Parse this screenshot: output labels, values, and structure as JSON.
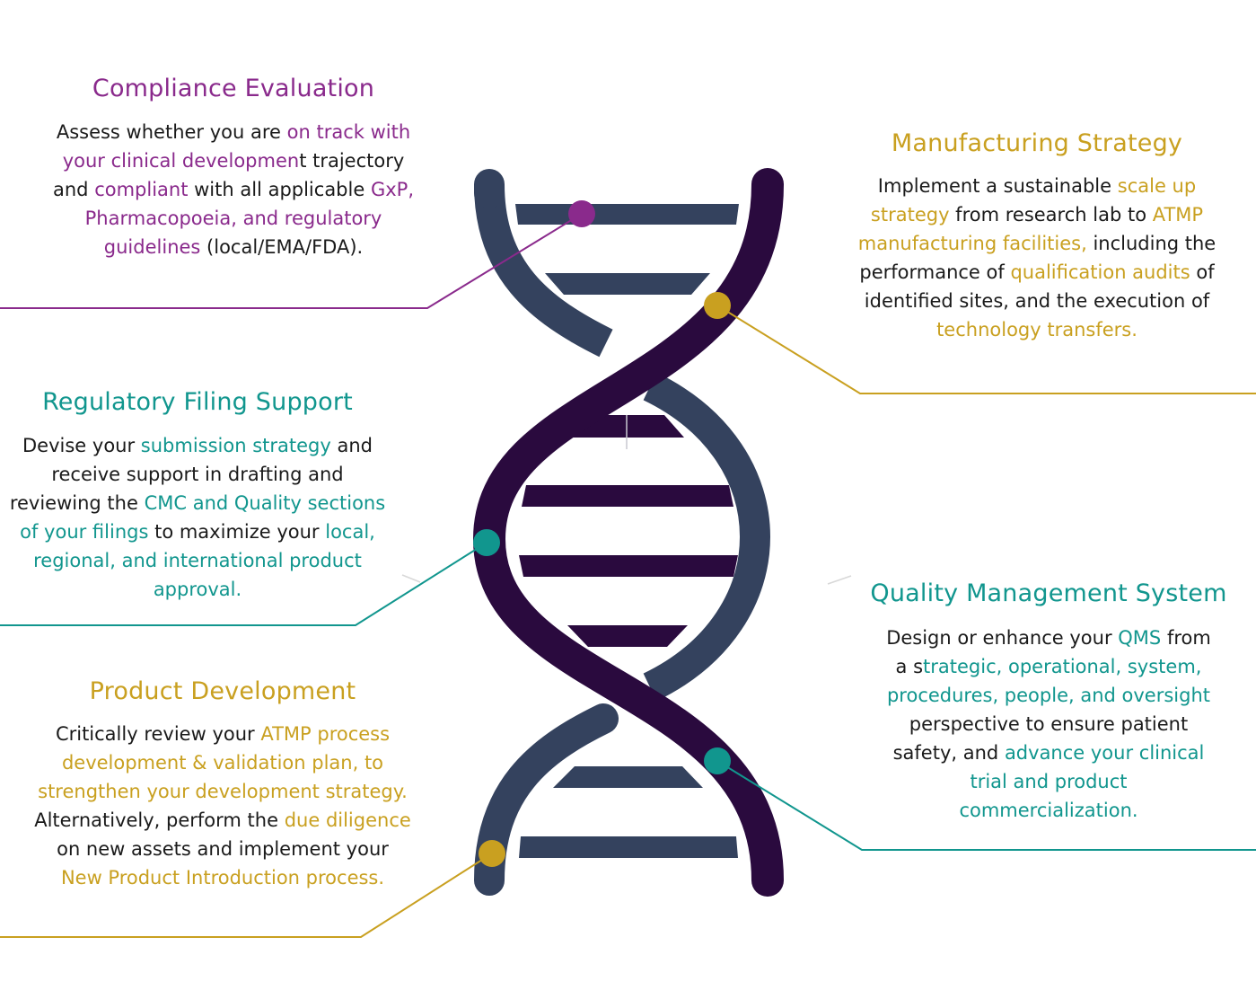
{
  "colors": {
    "purple": "#8a2a8c",
    "gold": "#c9a020",
    "teal": "#11968e",
    "strand_dark": "#2a0a3e",
    "strand_slate": "#34425e"
  },
  "sections": {
    "compliance": {
      "title": "Compliance Evaluation",
      "accent": "purple",
      "body": [
        {
          "t": "Assess whether you are ",
          "h": false
        },
        {
          "t": "on track with your clinical developmen",
          "h": true
        },
        {
          "t": "t trajectory and ",
          "h": false
        },
        {
          "t": "compliant",
          "h": true
        },
        {
          "t": " with all applicable ",
          "h": false
        },
        {
          "t": "GxP, Pharmacopoeia, and regulatory guidelines",
          "h": true
        },
        {
          "t": " (local/EMA/FDA).",
          "h": false
        }
      ]
    },
    "manufacturing": {
      "title": "Manufacturing Strategy",
      "accent": "gold",
      "body": [
        {
          "t": "Implement a sustainable ",
          "h": false
        },
        {
          "t": "scale up strategy",
          "h": true
        },
        {
          "t": " from research lab to ",
          "h": false
        },
        {
          "t": "ATMP manufacturing facilities,",
          "h": true
        },
        {
          "t": " including the performance of ",
          "h": false
        },
        {
          "t": "qualification audits",
          "h": true
        },
        {
          "t": " of identified sites, and the execution of ",
          "h": false
        },
        {
          "t": "technology transfers.",
          "h": true
        }
      ]
    },
    "regulatory": {
      "title": "Regulatory Filing Support",
      "accent": "teal",
      "body": [
        {
          "t": "Devise your ",
          "h": false
        },
        {
          "t": "submission strategy",
          "h": true
        },
        {
          "t": " and receive support in drafting and reviewing the ",
          "h": false
        },
        {
          "t": "CMC and Quality sections of your filings",
          "h": true
        },
        {
          "t": " to maximize your ",
          "h": false
        },
        {
          "t": "local, regional, and international product approval.",
          "h": true
        }
      ]
    },
    "quality": {
      "title": "Quality Management System",
      "accent": "teal",
      "body": [
        {
          "t": "Design or enhance your ",
          "h": false
        },
        {
          "t": "QMS",
          "h": true
        },
        {
          "t": " from a s",
          "h": false
        },
        {
          "t": "trategic, operational, system, procedures, people, and oversight",
          "h": true
        },
        {
          "t": " perspective to ensure patient safety, and ",
          "h": false
        },
        {
          "t": "advance your clinical trial and product commercialization.",
          "h": true
        }
      ]
    },
    "product": {
      "title": "Product Development",
      "accent": "gold",
      "body": [
        {
          "t": "Critically review your ",
          "h": false
        },
        {
          "t": "ATMP process development & validation plan, to strengthen your development strategy.",
          "h": true
        },
        {
          "t": " Alternatively, perform the ",
          "h": false
        },
        {
          "t": "due diligence",
          "h": true
        },
        {
          "t": " on new assets and implement your ",
          "h": false
        },
        {
          "t": "New Product Introduction process.",
          "h": true
        }
      ]
    }
  }
}
